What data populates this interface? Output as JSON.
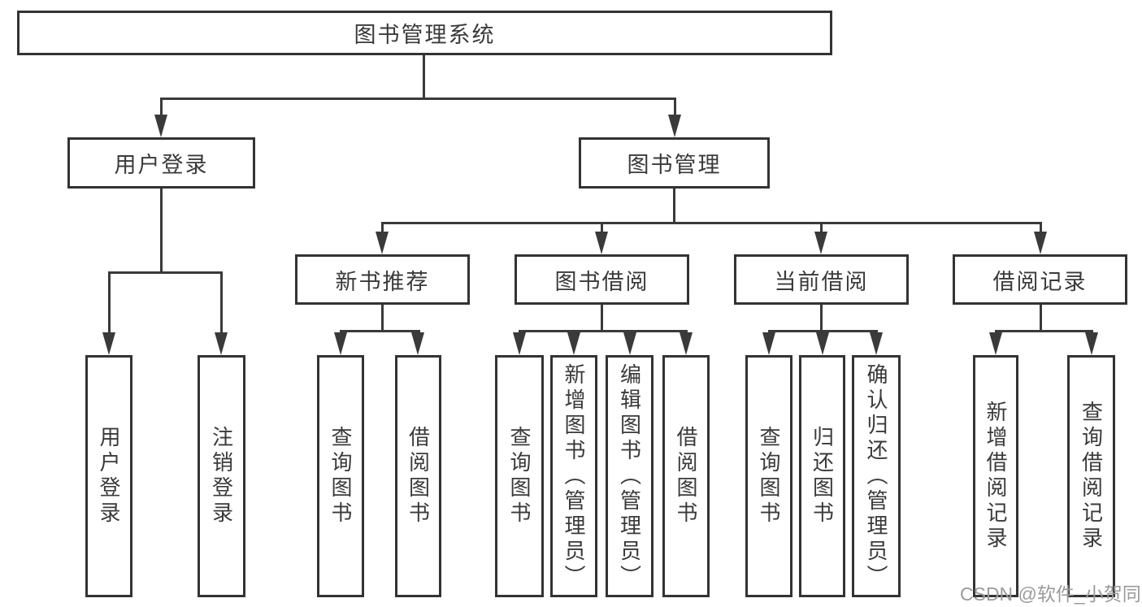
{
  "diagram": {
    "root": {
      "label": "图书管理系统"
    },
    "level2": [
      {
        "label": "用户登录"
      },
      {
        "label": "图书管理"
      }
    ],
    "level3": [
      {
        "label": "新书推荐"
      },
      {
        "label": "图书借阅"
      },
      {
        "label": "当前借阅"
      },
      {
        "label": "借阅记录"
      }
    ],
    "leaves": {
      "user_login": [
        {
          "label": "用户登录"
        },
        {
          "label": "注销登录"
        }
      ],
      "new_books": [
        {
          "label": "查询图书"
        },
        {
          "label": "借阅图书"
        }
      ],
      "book_borrow": [
        {
          "label": "查询图书"
        },
        {
          "label": "新增图书（管理员）"
        },
        {
          "label": "编辑图书（管理员）"
        },
        {
          "label": "借阅图书"
        }
      ],
      "current_borrow": [
        {
          "label": "查询图书"
        },
        {
          "label": "归还图书"
        },
        {
          "label": "确认归还（管理员）"
        }
      ],
      "borrow_records": [
        {
          "label": "新增借阅记录"
        },
        {
          "label": "查询借阅记录"
        }
      ]
    }
  },
  "watermark": {
    "text": "CSDN @软件_小贺同学"
  },
  "colors": {
    "line": "#3a3a3a",
    "box_background": "#ffffff",
    "text": "#3a3a3a",
    "watermark": "#9b9b9b"
  }
}
